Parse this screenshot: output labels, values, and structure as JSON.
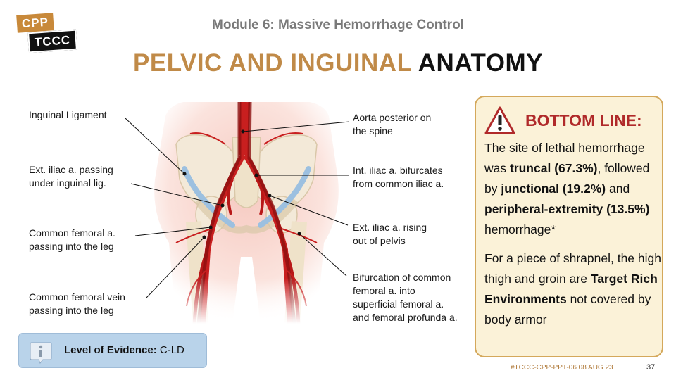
{
  "logo": {
    "line1": "CPP",
    "line2": "TCCC"
  },
  "module_title": "Module 6: Massive Hemorrhage Control",
  "title": {
    "part1": "PELVIC AND INGUINAL",
    "part2": "ANATOMY"
  },
  "labels": {
    "inguinal_ligament": "Inguinal Ligament",
    "ext_iliac_under_1": "Ext. iliac a. passing",
    "ext_iliac_under_2": "under inguinal lig.",
    "common_fem_a_1": "Common femoral a.",
    "common_fem_a_2": "passing into the leg",
    "common_fem_v_1": "Common femoral vein",
    "common_fem_v_2": "passing into the leg",
    "aorta_1": "Aorta posterior on",
    "aorta_2": "the spine",
    "int_iliac_1": "Int. iliac a. bifurcates",
    "int_iliac_2": "from common iliac a.",
    "ext_iliac_rising_1": "Ext. iliac a. rising",
    "ext_iliac_rising_2": "out of pelvis",
    "bifurcation_1": "Bifurcation of common",
    "bifurcation_2": "femoral a. into",
    "bifurcation_3": "superficial femoral a.",
    "bifurcation_4": "and femoral profunda a."
  },
  "bottom_line": {
    "heading": "BOTTOM LINE:",
    "p1": {
      "t1": "The site of lethal hemorrhage was ",
      "b1": "truncal (67.3%)",
      "t2": ", followed by ",
      "b2": "junctional (19.2%)",
      "t3": " and ",
      "b3": "peripheral-extremity (13.5%)",
      "t4": " hemorrhage*"
    },
    "p2": {
      "t1": "For a piece of shrapnel, the high thigh and groin are ",
      "b1": "Target Rich Environments",
      "t2": " not covered by body armor"
    }
  },
  "evidence": {
    "label": "Level of Evidence:",
    "value": " C-LD"
  },
  "footer": {
    "code": "#TCCC-CPP-PPT-06  08 AUG 23",
    "page": "37"
  },
  "colors": {
    "gold": "#c08a48",
    "alert_red": "#b02a2a",
    "box_bg": "#fbf2d8",
    "box_border": "#d4a85b",
    "evidence_bg": "#b9d3ea"
  }
}
